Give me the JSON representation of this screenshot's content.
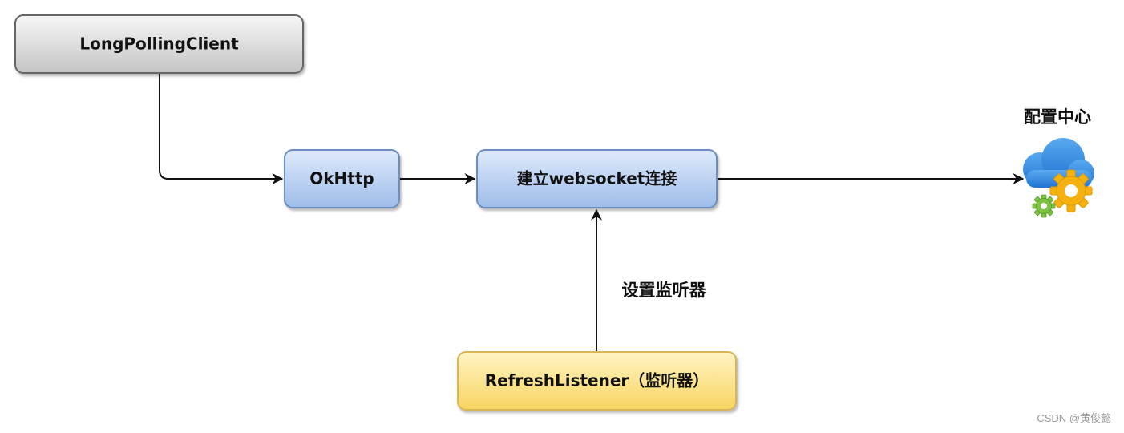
{
  "nodes": {
    "long_polling_client": "LongPollingClient",
    "okhttp": "OkHttp",
    "websocket": "建立websocket连接",
    "refresh_listener": "RefreshListener（监听器）"
  },
  "labels": {
    "config_center": "配置中心",
    "set_listener": "设置监听器"
  },
  "icons": {
    "config_center": "cloud-gears-icon"
  },
  "colors": {
    "gray_node": "#d4d4d4",
    "blue_node": "#aecbf0",
    "yellow_node": "#fbdc77",
    "edge": "#111111"
  },
  "watermark": "CSDN @黄俊懿"
}
